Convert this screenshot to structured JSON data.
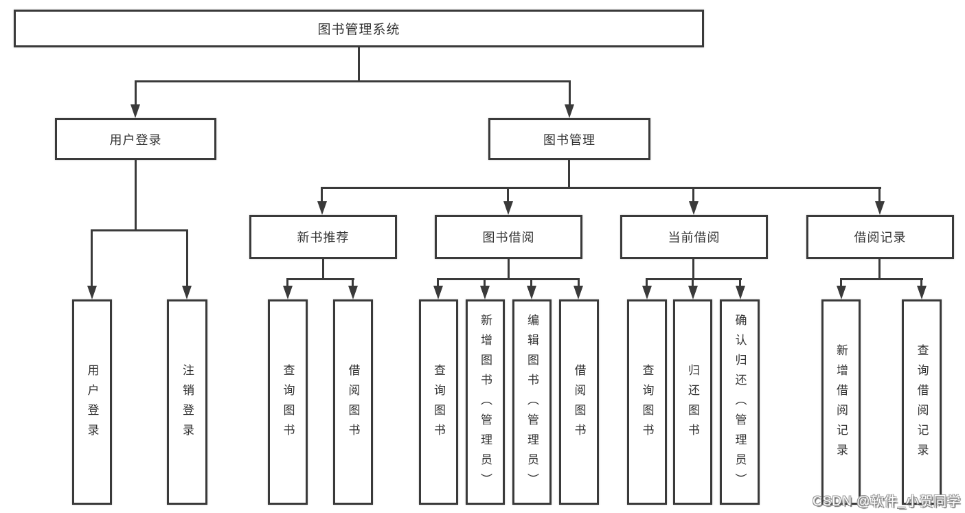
{
  "colors": {
    "line": "#3a3a3a",
    "text": "#333333",
    "background": "#ffffff"
  },
  "nodes": {
    "root": {
      "label": "图书管理系统"
    },
    "level2": [
      {
        "label": "用户登录"
      },
      {
        "label": "图书管理"
      }
    ],
    "level3": [
      {
        "label": "新书推荐",
        "parent": "图书管理"
      },
      {
        "label": "图书借阅",
        "parent": "图书管理"
      },
      {
        "label": "当前借阅",
        "parent": "图书管理"
      },
      {
        "label": "借阅记录",
        "parent": "图书管理"
      }
    ],
    "leaves": [
      {
        "label": "用户登录",
        "parent": "用户登录"
      },
      {
        "label": "注销登录",
        "parent": "用户登录"
      },
      {
        "label": "查询图书",
        "parent": "新书推荐"
      },
      {
        "label": "借阅图书",
        "parent": "新书推荐"
      },
      {
        "label": "查询图书",
        "parent": "图书借阅"
      },
      {
        "label": "新增图书（管理员）",
        "parent": "图书借阅"
      },
      {
        "label": "编辑图书（管理员）",
        "parent": "图书借阅"
      },
      {
        "label": "借阅图书",
        "parent": "图书借阅"
      },
      {
        "label": "查询图书",
        "parent": "当前借阅"
      },
      {
        "label": "归还图书",
        "parent": "当前借阅"
      },
      {
        "label": "确认归还（管理员）",
        "parent": "当前借阅"
      },
      {
        "label": "新增借阅记录",
        "parent": "借阅记录"
      },
      {
        "label": "查询借阅记录",
        "parent": "借阅记录"
      }
    ]
  },
  "watermark": {
    "text": "CSDN @软件_小贺同学"
  }
}
